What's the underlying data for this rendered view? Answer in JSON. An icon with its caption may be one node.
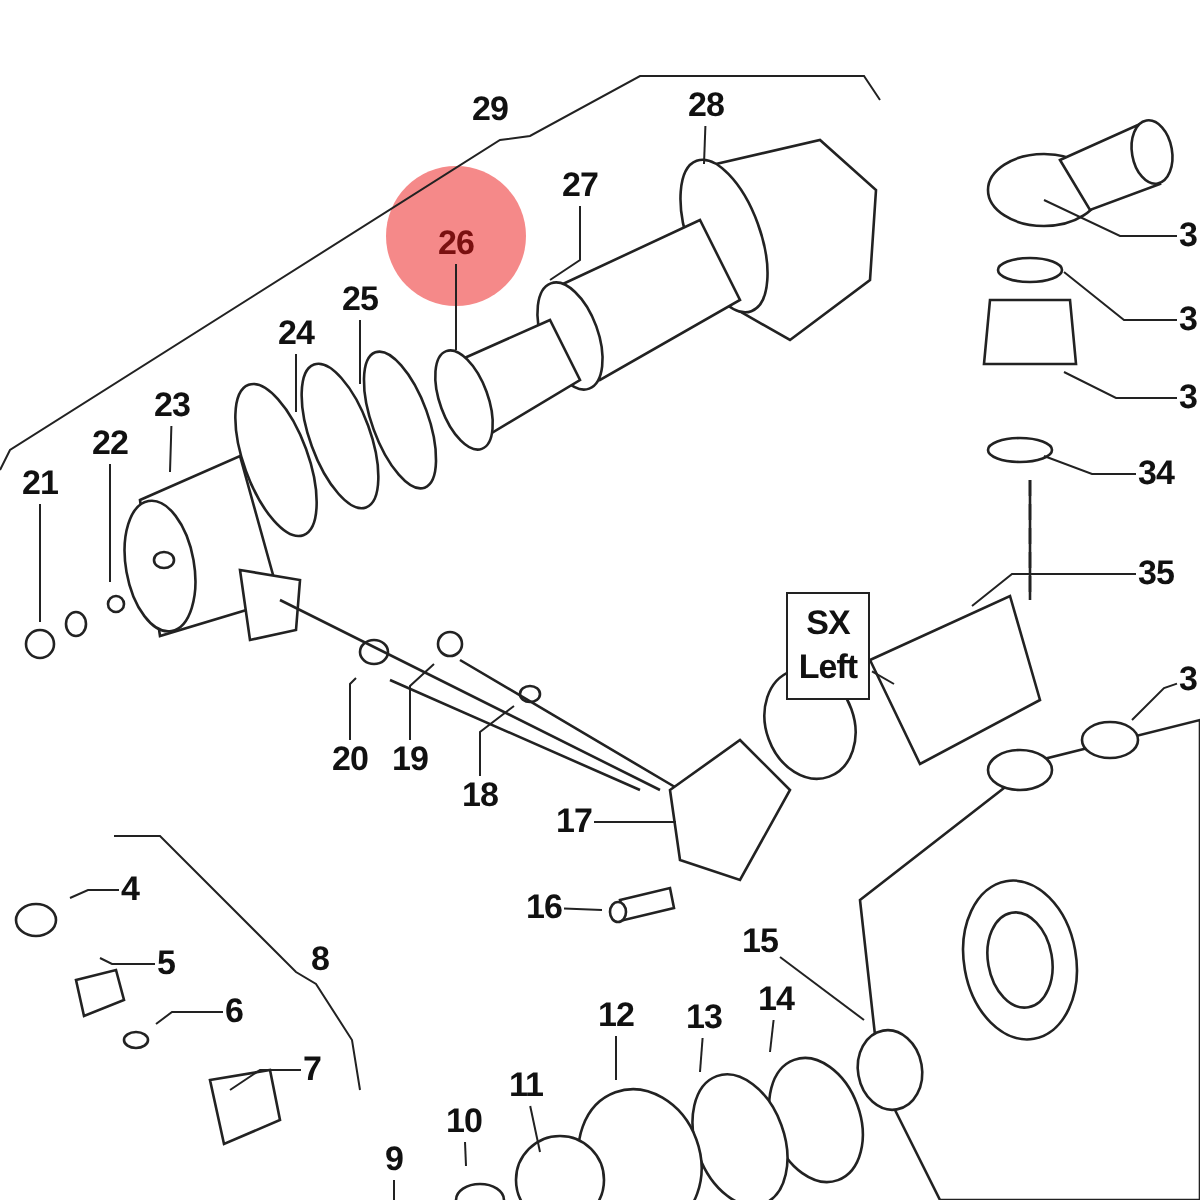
{
  "diagram": {
    "nodes": [
      {
        "text": [
          "28"
        ]
      },
      {
        "text": [
          "27"
        ]
      },
      {
        "text": [
          "26"
        ]
      },
      {
        "text": [
          "25"
        ]
      },
      {
        "text": [
          "24"
        ]
      },
      {
        "text": [
          "23"
        ]
      },
      {
        "text": [
          "22"
        ]
      },
      {
        "text": [
          "21"
        ]
      },
      {
        "text": [
          "3"
        ]
      },
      {
        "text": [
          "3"
        ]
      },
      {
        "text": [
          "3"
        ]
      },
      {
        "text": [
          "34"
        ]
      },
      {
        "text": [
          "35"
        ]
      },
      {
        "text": [
          "SX Left"
        ]
      },
      {
        "text": [
          "3"
        ]
      },
      {
        "text": [
          "20"
        ]
      },
      {
        "text": [
          "19"
        ]
      },
      {
        "text": [
          "18"
        ]
      },
      {
        "text": [
          "17"
        ]
      },
      {
        "text": [
          "16"
        ]
      },
      {
        "text": [
          "15"
        ]
      },
      {
        "text": [
          "4"
        ]
      },
      {
        "text": [
          "14"
        ]
      },
      {
        "text": [
          "13"
        ]
      },
      {
        "text": [
          "12"
        ]
      },
      {
        "text": [
          "5"
        ]
      },
      {
        "text": [
          "6"
        ]
      },
      {
        "text": [
          "7"
        ]
      },
      {
        "text": [
          "11"
        ]
      },
      {
        "text": [
          "10"
        ]
      },
      {
        "text": [
          "9"
        ]
      }
    ],
    "edges": [
      {
        "from": 0,
        "to": null,
        "arrow": "none"
      },
      {
        "from": 1,
        "to": null,
        "arrow": "none"
      },
      {
        "from": 2,
        "to": null,
        "arrow": "none"
      },
      {
        "from": 3,
        "to": null,
        "arrow": "none"
      },
      {
        "from": 4,
        "to": null,
        "arrow": "none"
      },
      {
        "from": 5,
        "to": null,
        "arrow": "none"
      },
      {
        "from": 6,
        "to": null,
        "arrow": "none"
      },
      {
        "from": 7,
        "to": null,
        "arrow": "none"
      },
      {
        "from": 8,
        "to": null,
        "arrow": "none"
      },
      {
        "from": 9,
        "to": null,
        "arrow": "none"
      },
      {
        "from": 10,
        "to": null,
        "arrow": "none"
      },
      {
        "from": 11,
        "to": null,
        "arrow": "none"
      },
      {
        "from": 12,
        "to": null,
        "arrow": "none"
      },
      {
        "from": 13,
        "to": null,
        "arrow": "none"
      },
      {
        "from": 14,
        "to": null,
        "arrow": "none"
      },
      {
        "from": 15,
        "to": null,
        "arrow": "none"
      },
      {
        "from": 16,
        "to": null,
        "arrow": "none"
      },
      {
        "from": 17,
        "to": null,
        "arrow": "none"
      },
      {
        "from": 18,
        "to": null,
        "arrow": "none"
      },
      {
        "from": 19,
        "to": null,
        "arrow": "none"
      },
      {
        "from": 20,
        "to": null,
        "arrow": "none"
      },
      {
        "from": 21,
        "to": null,
        "arrow": "none"
      },
      {
        "from": 22,
        "to": null,
        "arrow": "none"
      },
      {
        "from": 23,
        "to": null,
        "arrow": "none"
      },
      {
        "from": 24,
        "to": null,
        "arrow": "none"
      },
      {
        "from": 25,
        "to": null,
        "arrow": "none"
      },
      {
        "from": 26,
        "to": null,
        "arrow": "none"
      },
      {
        "from": 27,
        "to": null,
        "arrow": "none"
      },
      {
        "from": 28,
        "to": null,
        "arrow": "none"
      },
      {
        "from": 29,
        "to": null,
        "arrow": "none"
      },
      {
        "from": 30,
        "to": null,
        "arrow": "none"
      }
    ],
    "labels": [
      "29",
      "8"
    ]
  }
}
